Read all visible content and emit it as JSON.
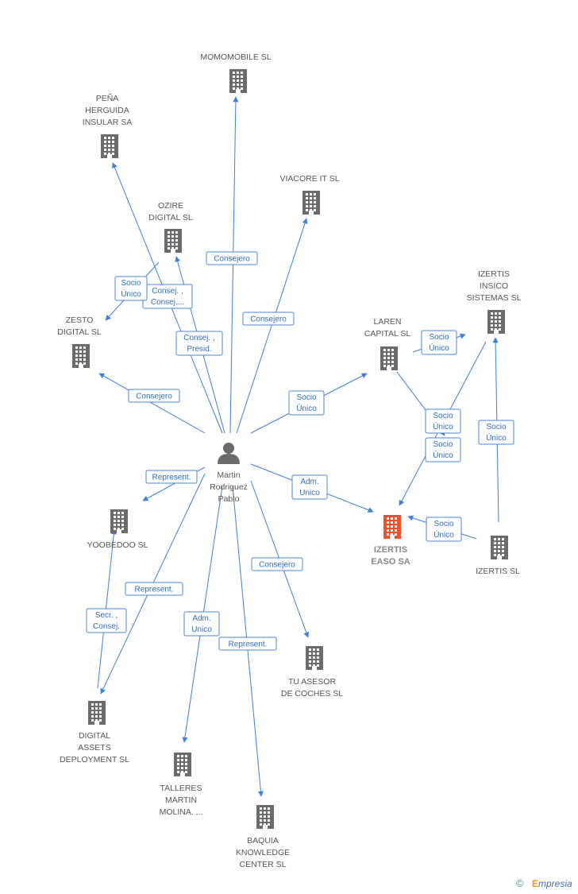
{
  "center": {
    "label": [
      "Martin",
      "Rodriguez",
      "Pablo"
    ],
    "icon": "person-icon"
  },
  "nodes": [
    {
      "id": "momomobile",
      "label": [
        "MOMOMOBILE SL"
      ],
      "icon": "building-icon"
    },
    {
      "id": "pena",
      "label": [
        "PEÑA",
        "HERGUIDA",
        "INSULAR SA"
      ],
      "icon": "building-icon"
    },
    {
      "id": "viacore",
      "label": [
        "VIACORE IT SL"
      ],
      "icon": "building-icon"
    },
    {
      "id": "ozire",
      "label": [
        "OZIRE",
        "DIGITAL  SL"
      ],
      "icon": "building-icon"
    },
    {
      "id": "zesto",
      "label": [
        "ZESTO",
        "DIGITAL  SL"
      ],
      "icon": "building-icon"
    },
    {
      "id": "izertis-insico",
      "label": [
        "IZERTIS",
        "INSICO",
        "SISTEMAS  SL"
      ],
      "icon": "building-icon"
    },
    {
      "id": "laren",
      "label": [
        "LAREN",
        "CAPITAL SL"
      ],
      "icon": "building-icon"
    },
    {
      "id": "izertis-easo",
      "label": [
        "IZERTIS",
        "EASO SA"
      ],
      "icon": "building-icon",
      "highlight": true
    },
    {
      "id": "izertis",
      "label": [
        "IZERTIS  SL"
      ],
      "icon": "building-icon"
    },
    {
      "id": "yoobedoo",
      "label": [
        "YOOBEDOO  SL"
      ],
      "icon": "building-icon"
    },
    {
      "id": "tu-asesor",
      "label": [
        "TU ASESOR",
        "DE COCHES SL"
      ],
      "icon": "building-icon"
    },
    {
      "id": "digital-assets",
      "label": [
        "DIGITAL",
        "ASSETS",
        "DEPLOYMENT SL"
      ],
      "icon": "building-icon"
    },
    {
      "id": "talleres",
      "label": [
        "TALLERES",
        "MARTIN",
        "MOLINA. ..."
      ],
      "icon": "building-icon"
    },
    {
      "id": "baquia",
      "label": [
        "BAQUIA",
        "KNOWLEDGE",
        "CENTER SL"
      ],
      "icon": "building-icon"
    }
  ],
  "edges": [
    {
      "from": "center",
      "to": "momomobile",
      "label": [
        "Consejero"
      ]
    },
    {
      "from": "center",
      "to": "pena",
      "label": [
        "Consej. ,",
        "Consej...."
      ]
    },
    {
      "from": "center",
      "to": "viacore",
      "label": [
        "Consejero"
      ]
    },
    {
      "from": "center",
      "to": "ozire",
      "label": [
        "Consej. ,",
        "Presid."
      ]
    },
    {
      "from": "ozire",
      "to": "zesto",
      "label": [
        "Socio",
        "Único"
      ]
    },
    {
      "from": "center",
      "to": "zesto",
      "label": [
        "Consejero"
      ]
    },
    {
      "from": "center",
      "to": "laren",
      "label": [
        "Socio",
        "Único"
      ]
    },
    {
      "from": "laren",
      "to": "izertis-insico",
      "label": [
        "Socio",
        "Único"
      ]
    },
    {
      "from": "laren",
      "to": "izertis",
      "label": [
        "Socio",
        "Único"
      ]
    },
    {
      "from": "izertis-insico",
      "to": "izertis-easo",
      "label": [
        "Socio",
        "Único"
      ]
    },
    {
      "from": "izertis",
      "to": "izertis-insico",
      "label": [
        "Socio",
        "Único"
      ]
    },
    {
      "from": "izertis",
      "to": "izertis-easo",
      "label": [
        "Socio",
        "Único"
      ]
    },
    {
      "from": "center",
      "to": "izertis-easo",
      "label": [
        "Adm.",
        "Unico"
      ]
    },
    {
      "from": "center",
      "to": "yoobedoo",
      "label": [
        "Represent."
      ]
    },
    {
      "from": "digital-assets",
      "to": "yoobedoo",
      "label": [
        "Secr. ,",
        "Consej."
      ]
    },
    {
      "from": "center",
      "to": "digital-assets",
      "label": [
        "Represent."
      ]
    },
    {
      "from": "center",
      "to": "tu-asesor",
      "label": [
        "Consejero"
      ]
    },
    {
      "from": "center",
      "to": "talleres",
      "label": [
        "Adm.",
        "Unico"
      ]
    },
    {
      "from": "center",
      "to": "baquia",
      "label": [
        "Represent."
      ]
    }
  ],
  "footer": {
    "copyright": "©",
    "brand_initial": "E",
    "brand_rest": "mpresia"
  },
  "colors": {
    "edge": "#3f7fd6",
    "node": "#6b6b6b",
    "highlight": "#f0502a"
  }
}
